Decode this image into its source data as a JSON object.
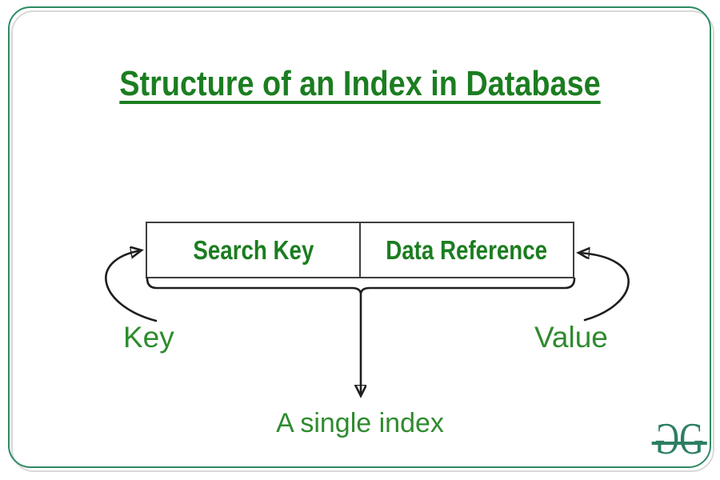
{
  "title": "Structure of an Index in Database",
  "index_table": {
    "cells": [
      {
        "label": "Search Key"
      },
      {
        "label": "Data Reference"
      }
    ]
  },
  "annotations": {
    "key": "Key",
    "value": "Value",
    "single_index": "A single index"
  },
  "logo": {
    "g_left": "G",
    "g_right": "G"
  },
  "icons": {
    "left_arrow": "curved-arrow-icon",
    "right_arrow": "curved-arrow-icon",
    "down_arrow": "down-arrow-icon",
    "brace": "underbrace-shape"
  },
  "colors": {
    "title_green": "#1b7d20",
    "label_green": "#2e8b2e",
    "border_green": "#2e8b62",
    "shadow_gray": "#d9d9d9",
    "logo_green": "#2c7f62",
    "line_dark": "#1e1e1e",
    "table_border": "#3e3e3e"
  }
}
